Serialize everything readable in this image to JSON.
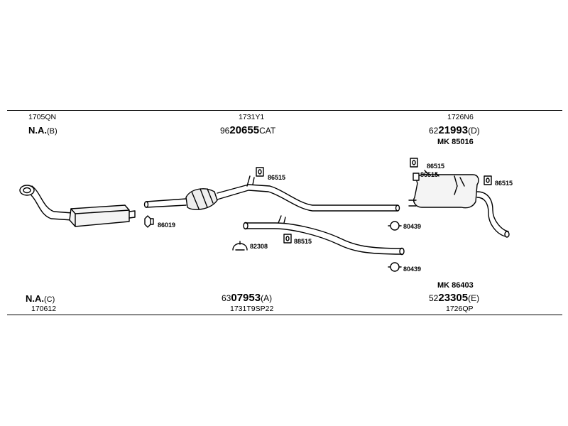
{
  "top": {
    "left": {
      "code": "1705QN",
      "main": "N.A.",
      "suffix": "(B)"
    },
    "center": {
      "code": "1731Y1",
      "prefix": "96",
      "main": "20655",
      "suffix": "CAT"
    },
    "right": {
      "code": "1726N6",
      "prefix": "62",
      "main": "21993",
      "suffix": "(D)",
      "extra": "MK  85016"
    }
  },
  "bottom": {
    "left": {
      "main": "N.A.",
      "suffix": "(C)",
      "code": "170612"
    },
    "center": {
      "prefix": "63",
      "main": "07953",
      "suffix": "(A)",
      "code": "1731T9SP22"
    },
    "right": {
      "extra": "MK  86403",
      "prefix": "52",
      "main": "23305",
      "suffix": "(E)",
      "code": "1726QP"
    }
  },
  "parts": {
    "p86515_a": "86515",
    "p86515_b": "86515",
    "p86515_c": "86515",
    "p86515_d": "86515",
    "p86019": "86019",
    "p82308": "82308",
    "p88515": "88515",
    "p80439_a": "80439",
    "p80439_b": "80439"
  }
}
